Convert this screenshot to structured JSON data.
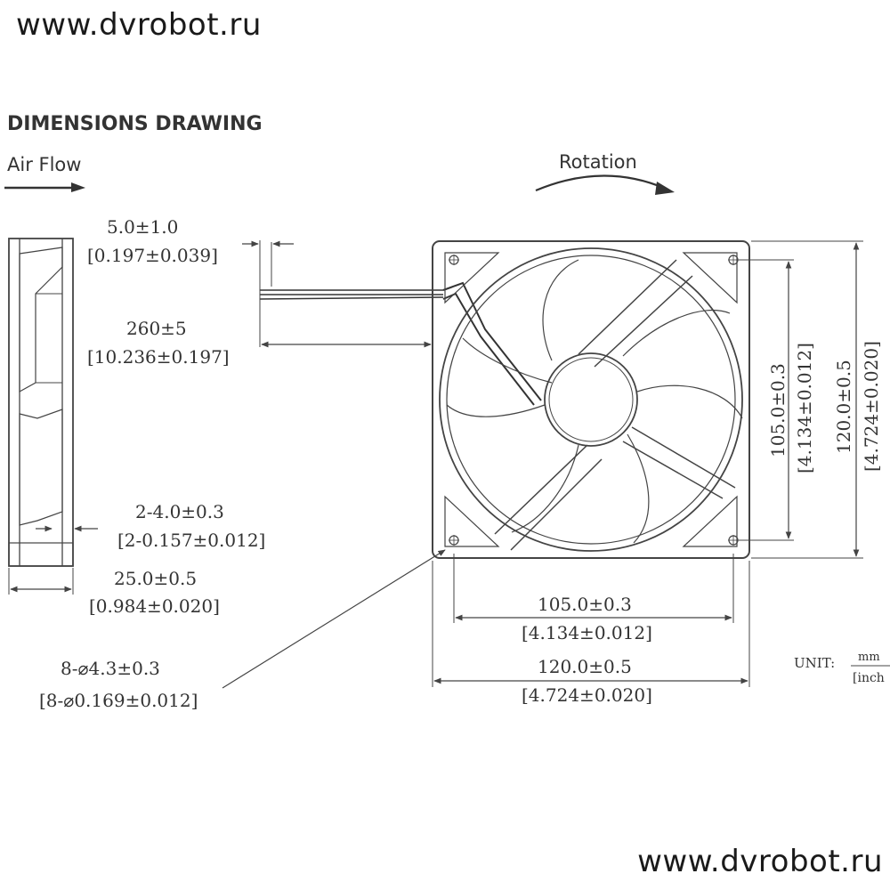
{
  "watermark_top": "www.dvrobot.ru",
  "watermark_bottom": "www.dvrobot.ru",
  "title": "DIMENSIONS DRAWING",
  "airflow_label": "Air Flow",
  "rotation_label": "Rotation",
  "dims": {
    "lead_strip": {
      "mm": "5.0±1.0",
      "inch": "[0.197±0.039]"
    },
    "lead_length": {
      "mm": "260±5",
      "inch": "[10.236±0.197]"
    },
    "side_hole": {
      "mm": "2-4.0±0.3",
      "inch": "[2-0.157±0.012]"
    },
    "thickness": {
      "mm": "25.0±0.5",
      "inch": "[0.984±0.020]"
    },
    "mount_hole": {
      "mm": "8-⌀4.3±0.3",
      "inch": "[8-⌀0.169±0.012]"
    },
    "hole_pitch_h": {
      "mm": "105.0±0.3",
      "inch": "[4.134±0.012]"
    },
    "frame_w": {
      "mm": "120.0±0.5",
      "inch": "[4.724±0.020]"
    },
    "hole_pitch_v": {
      "mm": "105.0±0.3",
      "inch": "[4.134±0.012]"
    },
    "frame_h": {
      "mm": "120.0±0.5",
      "inch": "[4.724±0.020]"
    }
  },
  "unit": {
    "label": "UNIT:",
    "top": "mm",
    "bottom": "[inch"
  },
  "colors": {
    "line": "#444444",
    "text": "#333333"
  }
}
